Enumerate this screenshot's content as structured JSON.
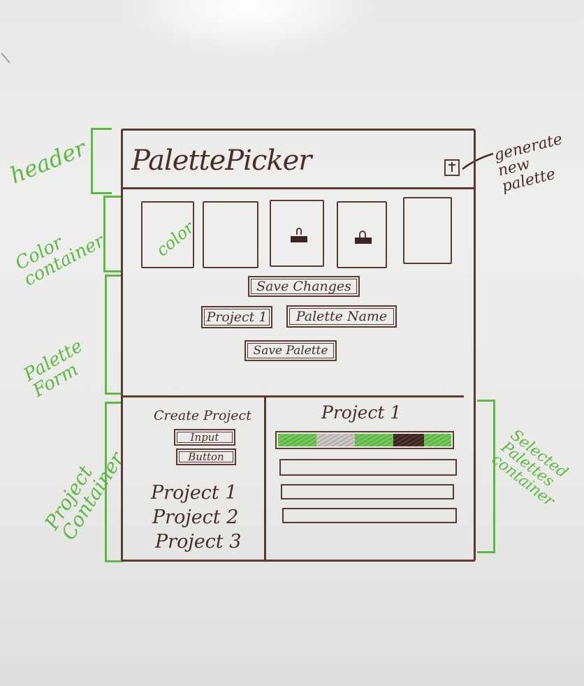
{
  "header": {
    "title": "PalettePicker",
    "generate_icon": "new-palette-icon"
  },
  "color_container": {
    "swatches": [
      {
        "label": "color",
        "locked": false
      },
      {
        "label": "",
        "locked": false
      },
      {
        "label": "",
        "locked": true,
        "lock_state": "open"
      },
      {
        "label": "",
        "locked": true,
        "lock_state": "closed"
      },
      {
        "label": "",
        "locked": false
      }
    ]
  },
  "palette_form": {
    "save_changes_label": "Save Changes",
    "project_select_value": "Project 1",
    "palette_name_placeholder": "Palette Name",
    "save_palette_label": "Save Palette"
  },
  "project_container": {
    "create_title": "Create Project",
    "input_label": "Input",
    "button_label": "Button",
    "projects": [
      "Project 1",
      "Project 2",
      "Project 3"
    ]
  },
  "selected_palettes": {
    "title": "Project 1",
    "first_palette_colors": [
      "#5fb845",
      "#b9b3b0",
      "#5fb845",
      "#3a2520",
      "#5fb845"
    ],
    "empty_rows": 3
  },
  "annotations": {
    "header": "header",
    "generate": "generate new palette",
    "color_container": "Color container",
    "palette_form": "Palette Form",
    "project_container": "Project Container",
    "selected_palettes": "Selected Palettes container"
  }
}
